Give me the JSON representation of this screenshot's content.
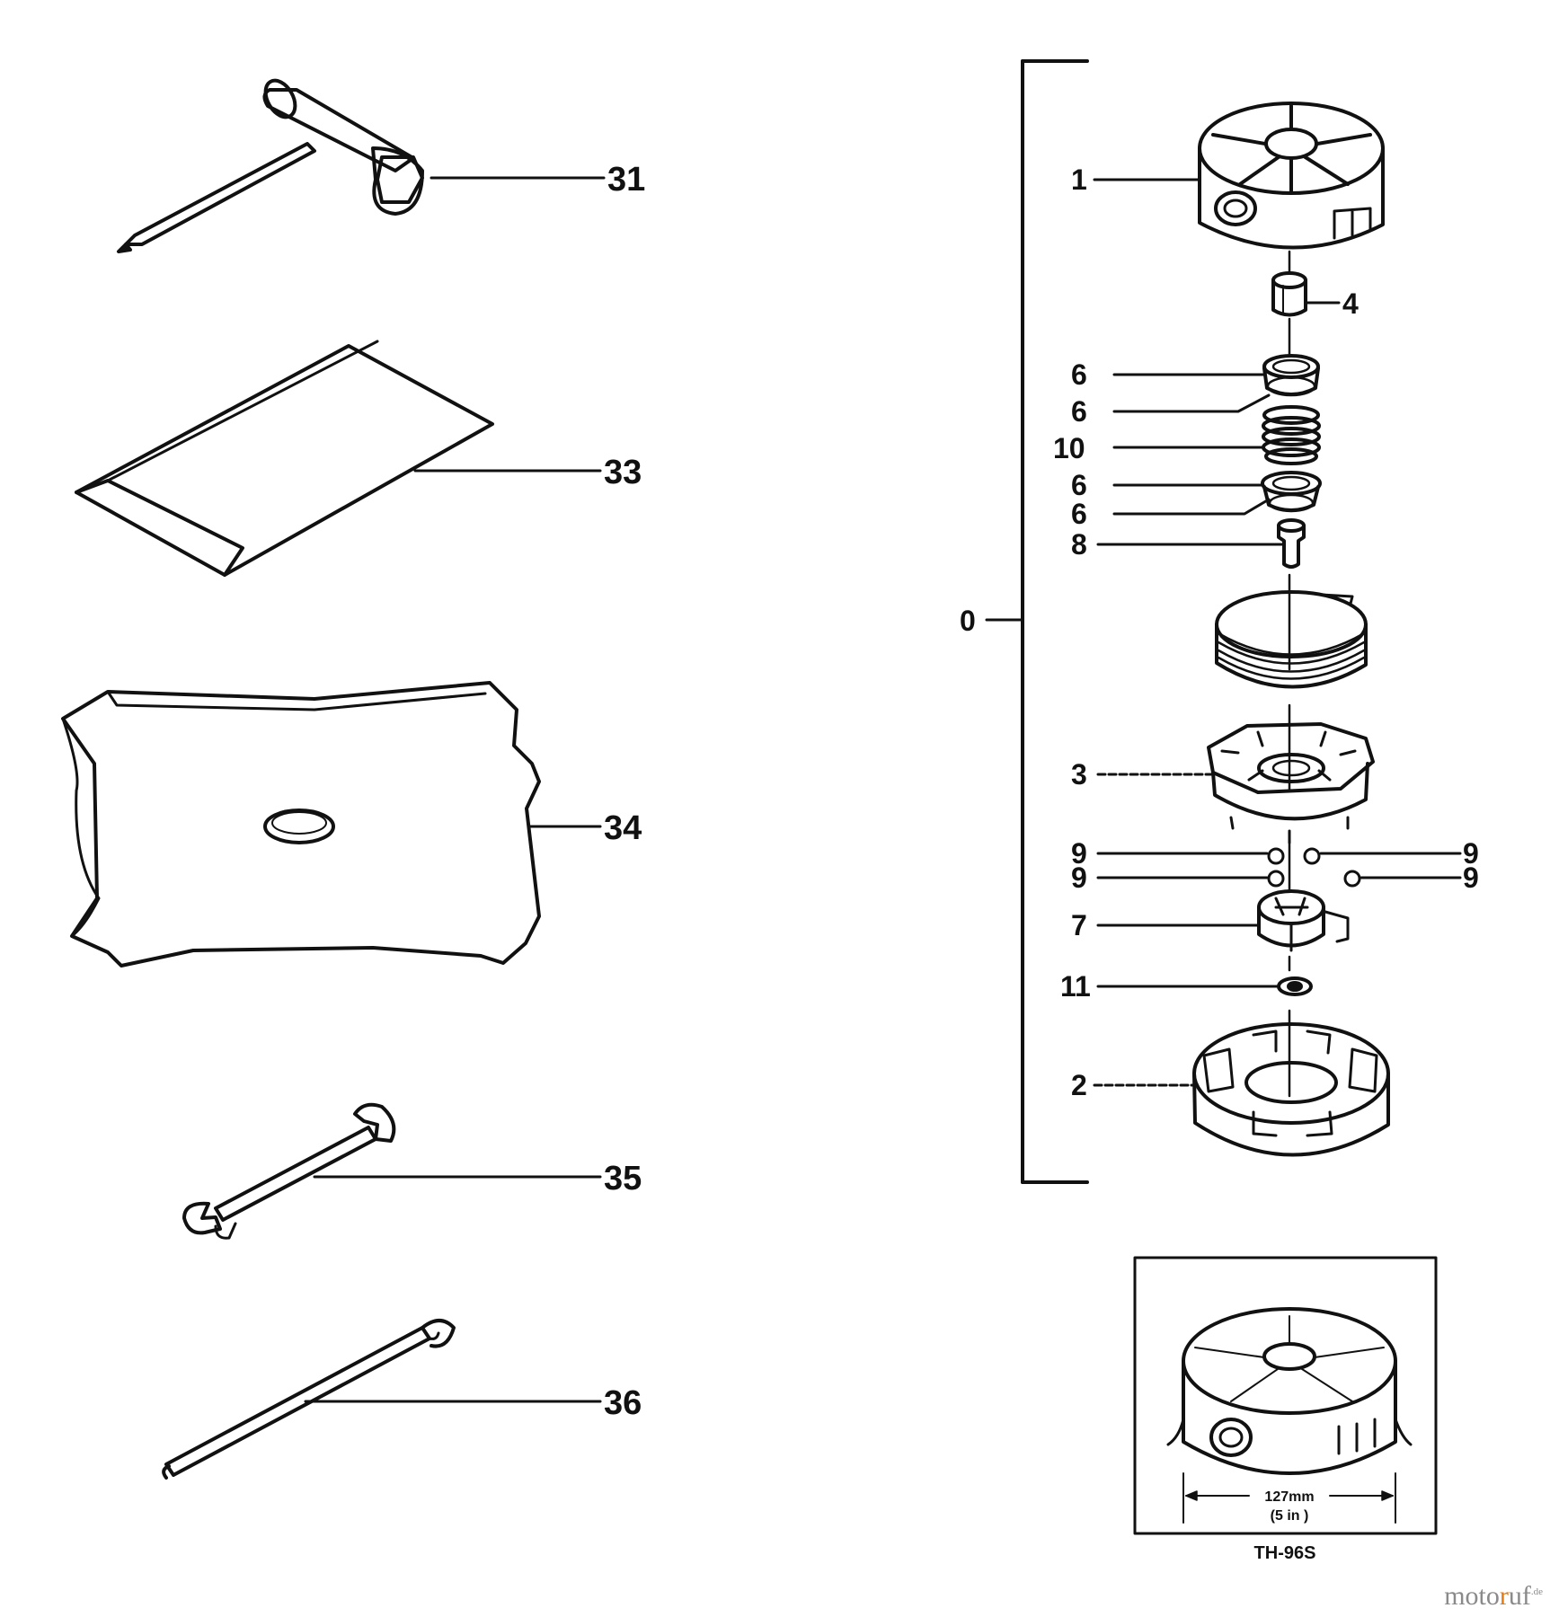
{
  "diagram": {
    "tool_callouts": [
      "31",
      "33",
      "34",
      "35",
      "36"
    ],
    "head_callouts": {
      "assembly": "0",
      "cover": "1",
      "nut": "4",
      "washer_a": "6",
      "washer_b": "6",
      "spring": "10",
      "washer_c": "6",
      "washer_d": "6",
      "bolt": "8",
      "spool_holder": "3",
      "ball_left_top": "9",
      "ball_right_top": "9",
      "ball_left_bottom": "9",
      "ball_right_bottom": "9",
      "cam": "7",
      "washer_small": "11",
      "housing": "2"
    },
    "inset": {
      "dimension_mm": "127mm",
      "dimension_in": "(5 in )",
      "model": "TH-96S"
    }
  },
  "watermark": {
    "prefix": "moto",
    "accent": "r",
    "suffix": "uf",
    "tld": ".de"
  },
  "colors": {
    "ink": "#111111",
    "paper": "#ffffff",
    "watermark_gray": "#8a8a8a",
    "watermark_orange": "#e07a10"
  }
}
